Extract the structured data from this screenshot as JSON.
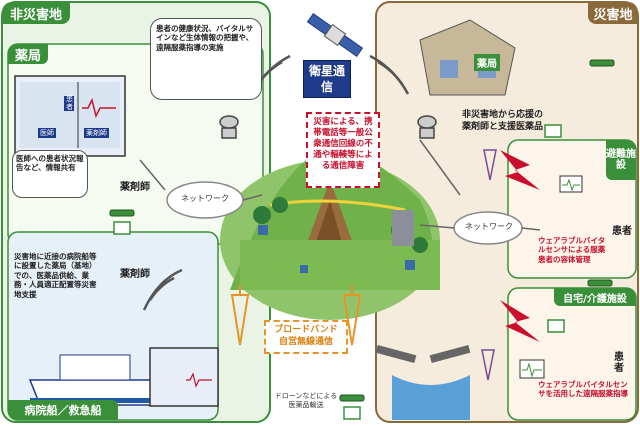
{
  "regions": {
    "non_disaster": "非災害地",
    "disaster": "災害地",
    "pharmacy": "薬局",
    "hospital_ship": "病院船／救急船",
    "shelter": "避難施設",
    "home_care": "自宅/介護施設"
  },
  "satellite": {
    "label": "衛星通信"
  },
  "network_labels": [
    "ネットワーク",
    "ネットワーク"
  ],
  "disaster_box": "災害による、携帯電話等一般公衆通信回線の不通や輻輳等による通信障害",
  "broadband_box": "ブロードバンド自営無線通信",
  "pharmacy_note": "患者の健康状況、バイタルサインなど生体情報の把握や、遠隔服薬指導の実施",
  "doctor_note": "医師への患者状況報告など、情報共有",
  "pharmacist_labels": [
    "薬剤師",
    "薬剤師"
  ],
  "ship_note": "災害地に近接の病院船等に設置した薬局（基地）での、医薬品供給、業務・人員適正配置等災害地支援",
  "screen_labels": {
    "doctor": "医師",
    "patient": "患者",
    "pharmacist": "薬剤師"
  },
  "pharmacy_tag": "薬局",
  "support_note": "非災害地から応援の薬剤師と支援医薬品",
  "shelter_note": "ウェアラブルバイタルセンサによる服薬患者の容体管理",
  "patient_labels": [
    "患者",
    "患者"
  ],
  "home_note": "ウェアラブルバイタルセンサを活用した遠隔服薬指導",
  "drone_note": "ドローンなどによる医薬品輸送",
  "colors": {
    "green": "#3a8f3a",
    "red": "#c8102e",
    "blue": "#1e3a8a",
    "orange": "#e8932a"
  }
}
